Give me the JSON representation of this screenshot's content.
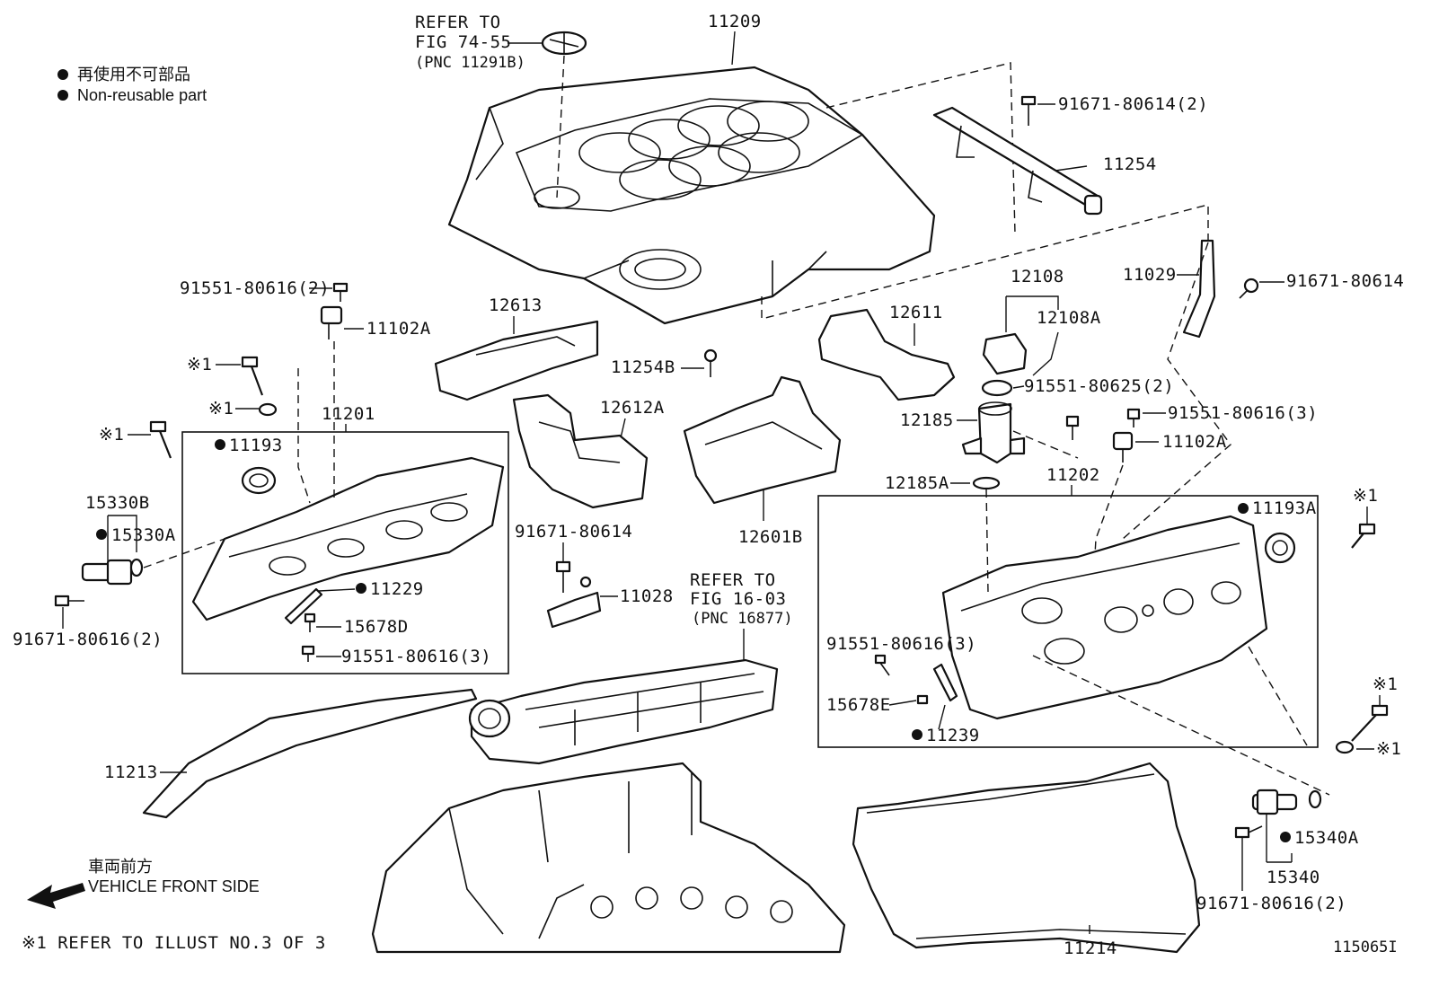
{
  "legend": {
    "line1": "再使用不可部品",
    "line2": "Non-reusable part"
  },
  "front": {
    "jp": "車両前方",
    "en": "VEHICLE FRONT SIDE"
  },
  "footnote": "※1 REFER TO ILLUST NO.3 OF 3",
  "illustration_id": "115065I",
  "refs": {
    "top": {
      "l1": "REFER TO",
      "l2": "FIG 74-55",
      "l3": "(PNC 11291B)"
    },
    "mid": {
      "l1": "REFER TO",
      "l2": "FIG 16-03",
      "l3": "(PNC 16877)"
    }
  },
  "parts": {
    "p11209": "11209",
    "p91671_80614_2": "91671-80614(2)",
    "p11254": "11254",
    "p11029": "11029",
    "p91671_80614_r": "91671-80614",
    "p91551_80616_2": "91551-80616(2)",
    "p11102A_l": "11102A",
    "p12613": "12613",
    "p12108": "12108",
    "p12108A": "12108A",
    "p12611": "12611",
    "p11254B": "11254B",
    "x1_a": "※1",
    "x1_b": "※1",
    "x1_c": "※1",
    "x1_d": "※1",
    "x1_e": "※1",
    "x1_f": "※1",
    "p11201": "11201",
    "p11193": "11193",
    "p12612A": "12612A",
    "p91551_80625_2": "91551-80625(2)",
    "p12185": "12185",
    "p91551_80616_3_r": "91551-80616(3)",
    "p11102A_r": "11102A",
    "p15330B": "15330B",
    "p15330A": "15330A",
    "p12185A": "12185A",
    "p11202": "11202",
    "p11193A": "11193A",
    "p12601B": "12601B",
    "p91671_80614_m": "91671-80614",
    "p11229": "11229",
    "p11028": "11028",
    "p15678D": "15678D",
    "p91551_80616_3_l": "91551-80616(3)",
    "p91671_80616_2_l": "91671-80616(2)",
    "p91551_80616_3_m": "91551-80616(3)",
    "p15678E": "15678E",
    "p11239": "11239",
    "p11213": "11213",
    "p15340A": "15340A",
    "p15340": "15340",
    "p91671_80616_2_r": "91671-80616(2)",
    "p11214": "11214"
  },
  "non_reusable_marker": "filled-circle",
  "icons": [
    "front-arrow-icon",
    "non-reusable-dot-icon"
  ]
}
